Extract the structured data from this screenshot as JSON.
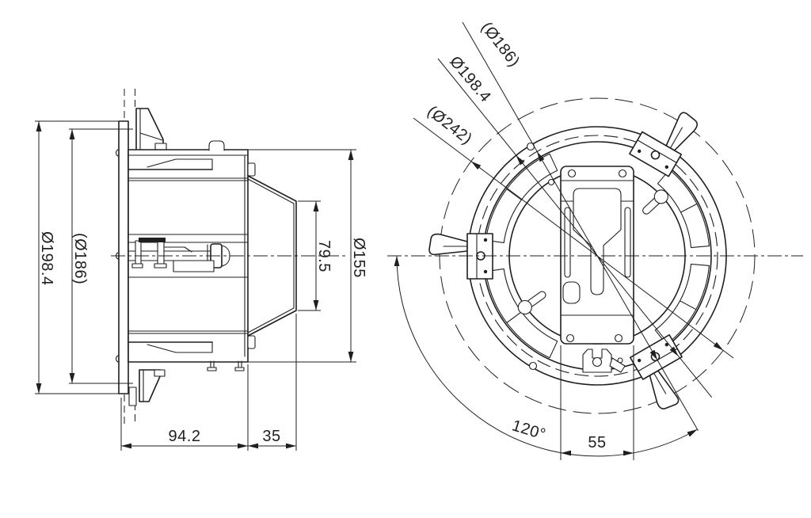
{
  "drawing": {
    "type": "technical-dimension-drawing",
    "description_hint": "ceiling speaker mounting bracket, side section view and rear circular view",
    "colors": {
      "line": "#1f1f1f",
      "background": "#ffffff"
    },
    "side": {
      "dim_flange_outer": "Ø198.4",
      "dim_ceiling_cutout": "(Ø186)",
      "dim_face": "79.5",
      "dim_body": "Ø155",
      "dim_depth_rear": "94.2",
      "dim_depth_front": "35"
    },
    "front": {
      "dim_cutout": "(Ø186)",
      "dim_flange": "Ø198.4",
      "dim_clearance": "(Ø242)",
      "dim_clamp_angle": "120°",
      "dim_bracket_width": "55"
    }
  }
}
